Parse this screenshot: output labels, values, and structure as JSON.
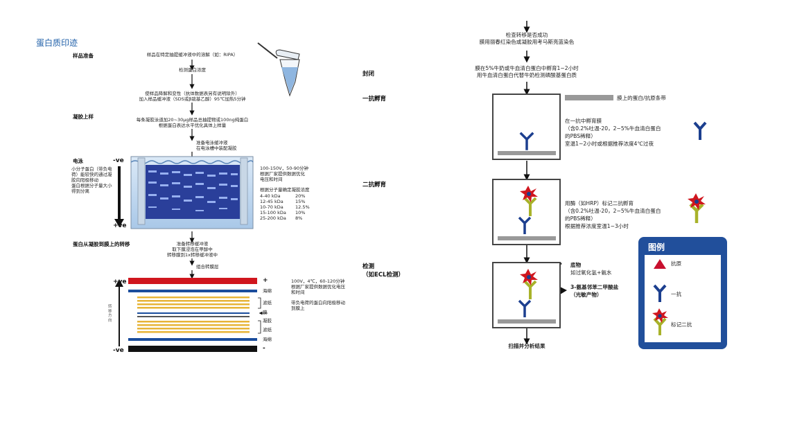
{
  "title": "蛋白质印迹",
  "left": {
    "sec_sample": "样品准备",
    "step_dissolve": "样品在特定抽提缓冲液中的溶解（如：RIPA）",
    "step_conc": "检测蛋白浓度",
    "step_denature_1": "使样品降解和变性（抗体数据表另有说明除外）",
    "step_denature_2": "加入样品缓冲液（SDS或β巯基乙醇）95℃加热5分钟",
    "sec_load": "凝胶上样",
    "step_load_1": "每条凝胶泳道加20~30μg样品总抽提物或100ng纯蛋白",
    "step_load_2": "根据蛋白表达水平优化具体上样量",
    "step_prep_1": "准备电泳缓冲液",
    "step_prep_2": "在电泳槽中装配凝胶",
    "sec_electro": "电泳",
    "neg_top": "-ve",
    "pos_bottom": "+ve",
    "electro_note": [
      "小分子蛋白（带负电",
      "荷）能较快的通过凝",
      "胶向阳极移动",
      "蛋白根据分子量大小",
      "得到分离"
    ],
    "run_cond": [
      "100-150V，50-90分钟",
      "根据厂家提供数据优化",
      "电压和时间"
    ],
    "gel_table_title": "根据分子量确定凝胶浓度",
    "gel_table": [
      {
        "range": "4-40 kDa",
        "pct": "20%"
      },
      {
        "range": "12-45 kDa",
        "pct": "15%"
      },
      {
        "range": "10-70 kDa",
        "pct": "12.5%"
      },
      {
        "range": "15-100 kDa",
        "pct": "10%"
      },
      {
        "range": "25-200 kDa",
        "pct": "8%"
      }
    ],
    "sec_transfer": "蛋白从凝胶到膜上的转移",
    "transfer_1": "准备转移缓冲液",
    "transfer_2": "取下膜浸泡在甲醇中",
    "transfer_3": "转移膜到1x转移缓冲液中",
    "assemble": "组合转膜层",
    "pos_top": "+ve",
    "neg_bottom": "-ve",
    "plus_sign": "+",
    "minus_sign": "-",
    "layer_sponge": "海绵",
    "layer_filter": "滤纸",
    "layer_membrane": "膜",
    "layer_gel": "凝胶",
    "side_label": "转移方向",
    "transfer_cond": [
      "100V，4℃，60-120分钟",
      "根据厂家提供数据优化电压",
      "和时间"
    ],
    "transfer_note": [
      "带负电荷的蛋白向阳极移动",
      "到膜上"
    ]
  },
  "right": {
    "check_1": "检查转移是否成功",
    "check_2": "膜用丽春红染色或凝胶用考马斯亮蓝染色",
    "sec_block": "封闭",
    "block_1": "膜在5%牛奶或牛血清白蛋白中孵育1~2小时",
    "block_2": "用牛血清白蛋白代替牛奶检测磷酸基蛋白质",
    "sec_primary": "一抗孵育",
    "band_label": "膜上的蛋白/抗原条带",
    "primary_notes": [
      "在一抗中孵育膜",
      "（含0.2%吐温-20，2~5%牛血清白蛋白",
      "的PBS稀释）",
      "室温1~2小时或根据推荐浓度4℃过夜"
    ],
    "sec_secondary": "二抗孵育",
    "secondary_notes": [
      "用酶（如HRP）标记二抗孵育",
      "（含0.2%吐温-20，2~5%牛血清白蛋白",
      "的PBS稀释）",
      "根据推荐浓度室温1~3小时"
    ],
    "sec_detect_1": "检测",
    "sec_detect_2": "（如ECL检测）",
    "substrate_1": "底物",
    "substrate_2": "如过氧化氢+氨水",
    "product_1": "3-氨基邻苯二甲酸盐",
    "product_2": "（光敏产物）",
    "final": "扫描并分析结果"
  },
  "legend": {
    "title": "图例",
    "items": [
      {
        "label": "抗原",
        "icon": "antigen-icon"
      },
      {
        "label": "一抗",
        "icon": "primary-antibody-icon"
      },
      {
        "label": "标记二抗",
        "icon": "secondary-antibody-icon"
      }
    ]
  },
  "colors": {
    "title_blue": "#1f5fa8",
    "antibody_blue": "#1c3f8f",
    "antibody_olive": "#a8b22a",
    "antigen_red": "#c8102e",
    "legend_bg": "#214f9b",
    "band_gray": "#999999"
  }
}
